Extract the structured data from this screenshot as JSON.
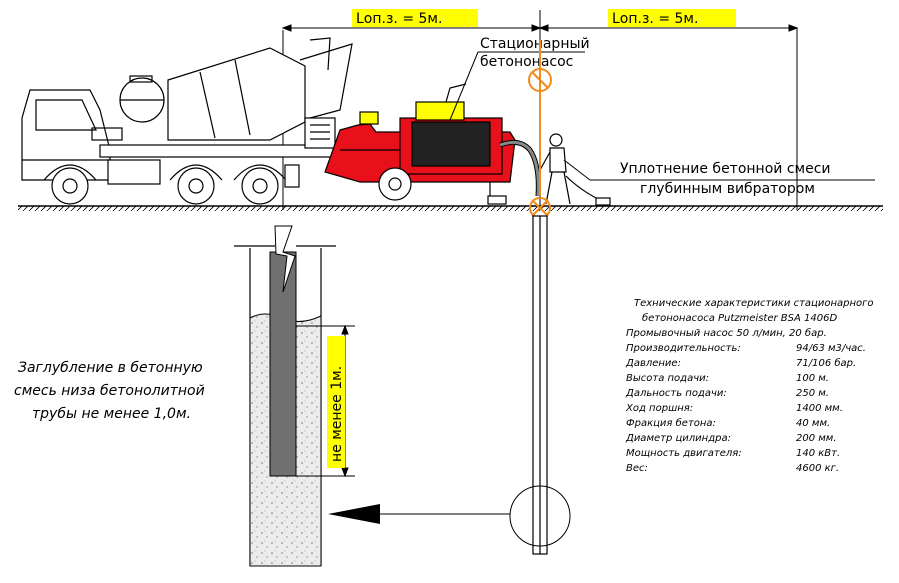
{
  "dimension_labels": {
    "left": "Lоп.з. = 5м.",
    "right": "Lоп.з. = 5м."
  },
  "callouts": {
    "pump_line1": "Стационарный",
    "pump_line2": "бетононасос",
    "vibrator_line1": "Уплотнение бетонной смеси",
    "vibrator_line2": "глубинным вибратором"
  },
  "depth_label": "не менее 1м.",
  "note": {
    "line1": "Заглубление в бетонную",
    "line2": "смесь низа бетонолитной",
    "line3": "трубы не менее 1,0м."
  },
  "specs": {
    "title1": "Технические характеристики стационарного",
    "title2": "бетононасоса Putzmeister BSA 1406D",
    "rows": [
      {
        "label": "Промывочный насос 50 л/мин, 20 бар.",
        "value": ""
      },
      {
        "label": "Производительность:",
        "value": "94/63 м3/час."
      },
      {
        "label": "Давление:",
        "value": "71/106 бар."
      },
      {
        "label": "Высота подачи:",
        "value": "100 м."
      },
      {
        "label": "Дальность подачи:",
        "value": "250 м."
      },
      {
        "label": "Ход поршня:",
        "value": "1400 мм."
      },
      {
        "label": "Фракция бетона:",
        "value": "40 мм."
      },
      {
        "label": "Диаметр цилиндра:",
        "value": "200 мм."
      },
      {
        "label": "Мощность двигателя:",
        "value": "140 кВт."
      },
      {
        "label": "Вес:",
        "value": "4600 кг."
      }
    ]
  },
  "colors": {
    "pump_red": "#e8101a",
    "label_highlight": "#ffff00",
    "callout_orange": "#f08c1c",
    "line": "#000000"
  }
}
